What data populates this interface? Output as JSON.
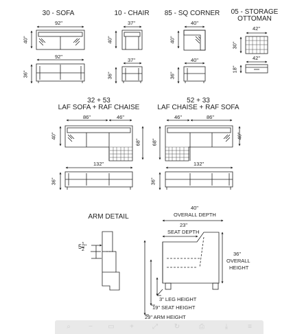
{
  "views": {
    "sofa": {
      "title": "30 - SOFA",
      "width": "92\"",
      "depth": "40\"",
      "height": "36\""
    },
    "chair": {
      "title": "10 - CHAIR",
      "width": "37\"",
      "depth": "40\"",
      "height": "36\""
    },
    "corner": {
      "title": "85 - SQ CORNER",
      "width": "40\"",
      "depth": "40\"",
      "height": "36\""
    },
    "ottoman": {
      "title_line1": "05 - STORAGE",
      "title_line2": "OTTOMAN",
      "width": "42\"",
      "depth": "30\"",
      "height": "18\""
    }
  },
  "sections": {
    "laf": {
      "title_line1": "32 + 53",
      "title_line2": "LAF SOFA + RAF CHAISE",
      "seg1": "86\"",
      "seg2": "46\"",
      "depth": "40\"",
      "chaise_depth": "68\"",
      "total": "132\"",
      "height": "36\""
    },
    "raf": {
      "title_line1": "52 + 33",
      "title_line2": "LAF CHAISE + RAF SOFA",
      "seg1": "46\"",
      "seg2": "86\"",
      "depth": "40\"",
      "chaise_depth": "68\"",
      "total": "132\"",
      "height": "36\""
    }
  },
  "arm_detail": {
    "title": "ARM DETAIL",
    "dim_whole": "5",
    "dim_num": "1",
    "dim_den": "2",
    "dim_unit": "\""
  },
  "profile": {
    "overall_depth_value": "40\"",
    "overall_depth_label": "OVERALL DEPTH",
    "seat_depth_value": "23\"",
    "seat_depth_label": "SEAT DEPTH",
    "overall_height_value": "36\"",
    "overall_height_line1": "OVERALL",
    "overall_height_line2": "HEIGHT",
    "leg_height": "3\" LEG HEIGHT",
    "seat_height": "19\" SEAT HEIGHT",
    "arm_height": "29\" ARM HEIGHT"
  },
  "toolbar": {
    "icons": [
      "search-icon",
      "zoom-out-icon",
      "page-icon",
      "zoom-in-icon",
      "fit-icon",
      "rotate-icon",
      "print-icon",
      "download-icon",
      "menu-icon"
    ]
  }
}
